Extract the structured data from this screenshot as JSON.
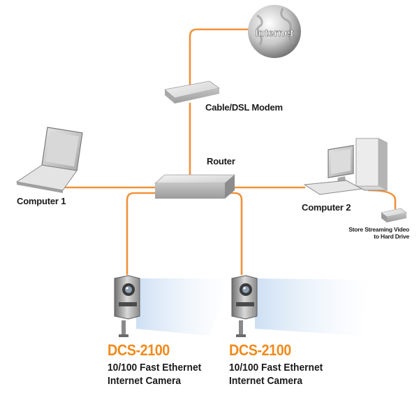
{
  "nodes": {
    "internet": {
      "label": "Internet",
      "icon": "globe-icon"
    },
    "modem": {
      "label": "Cable/DSL Modem",
      "icon": "modem-icon"
    },
    "router": {
      "label": "Router",
      "icon": "router-icon"
    },
    "computer1": {
      "label": "Computer 1",
      "icon": "laptop-icon"
    },
    "computer2": {
      "label": "Computer 2",
      "icon": "desktop-computer-icon"
    },
    "storage": {
      "label_line1": "Store Streaming Video",
      "label_line2": "to Hard Drive",
      "icon": "hard-drive-icon"
    },
    "camera1": {
      "model": "DCS-2100",
      "desc_line1": "10/100 Fast Ethernet",
      "desc_line2": "Internet Camera",
      "icon": "ip-camera-icon"
    },
    "camera2": {
      "model": "DCS-2100",
      "desc_line1": "10/100 Fast Ethernet",
      "desc_line2": "Internet Camera",
      "icon": "ip-camera-icon"
    }
  },
  "colors": {
    "cable": "#f0923a",
    "model_text": "#f08a1c",
    "label_text": "#1a1a1a"
  }
}
